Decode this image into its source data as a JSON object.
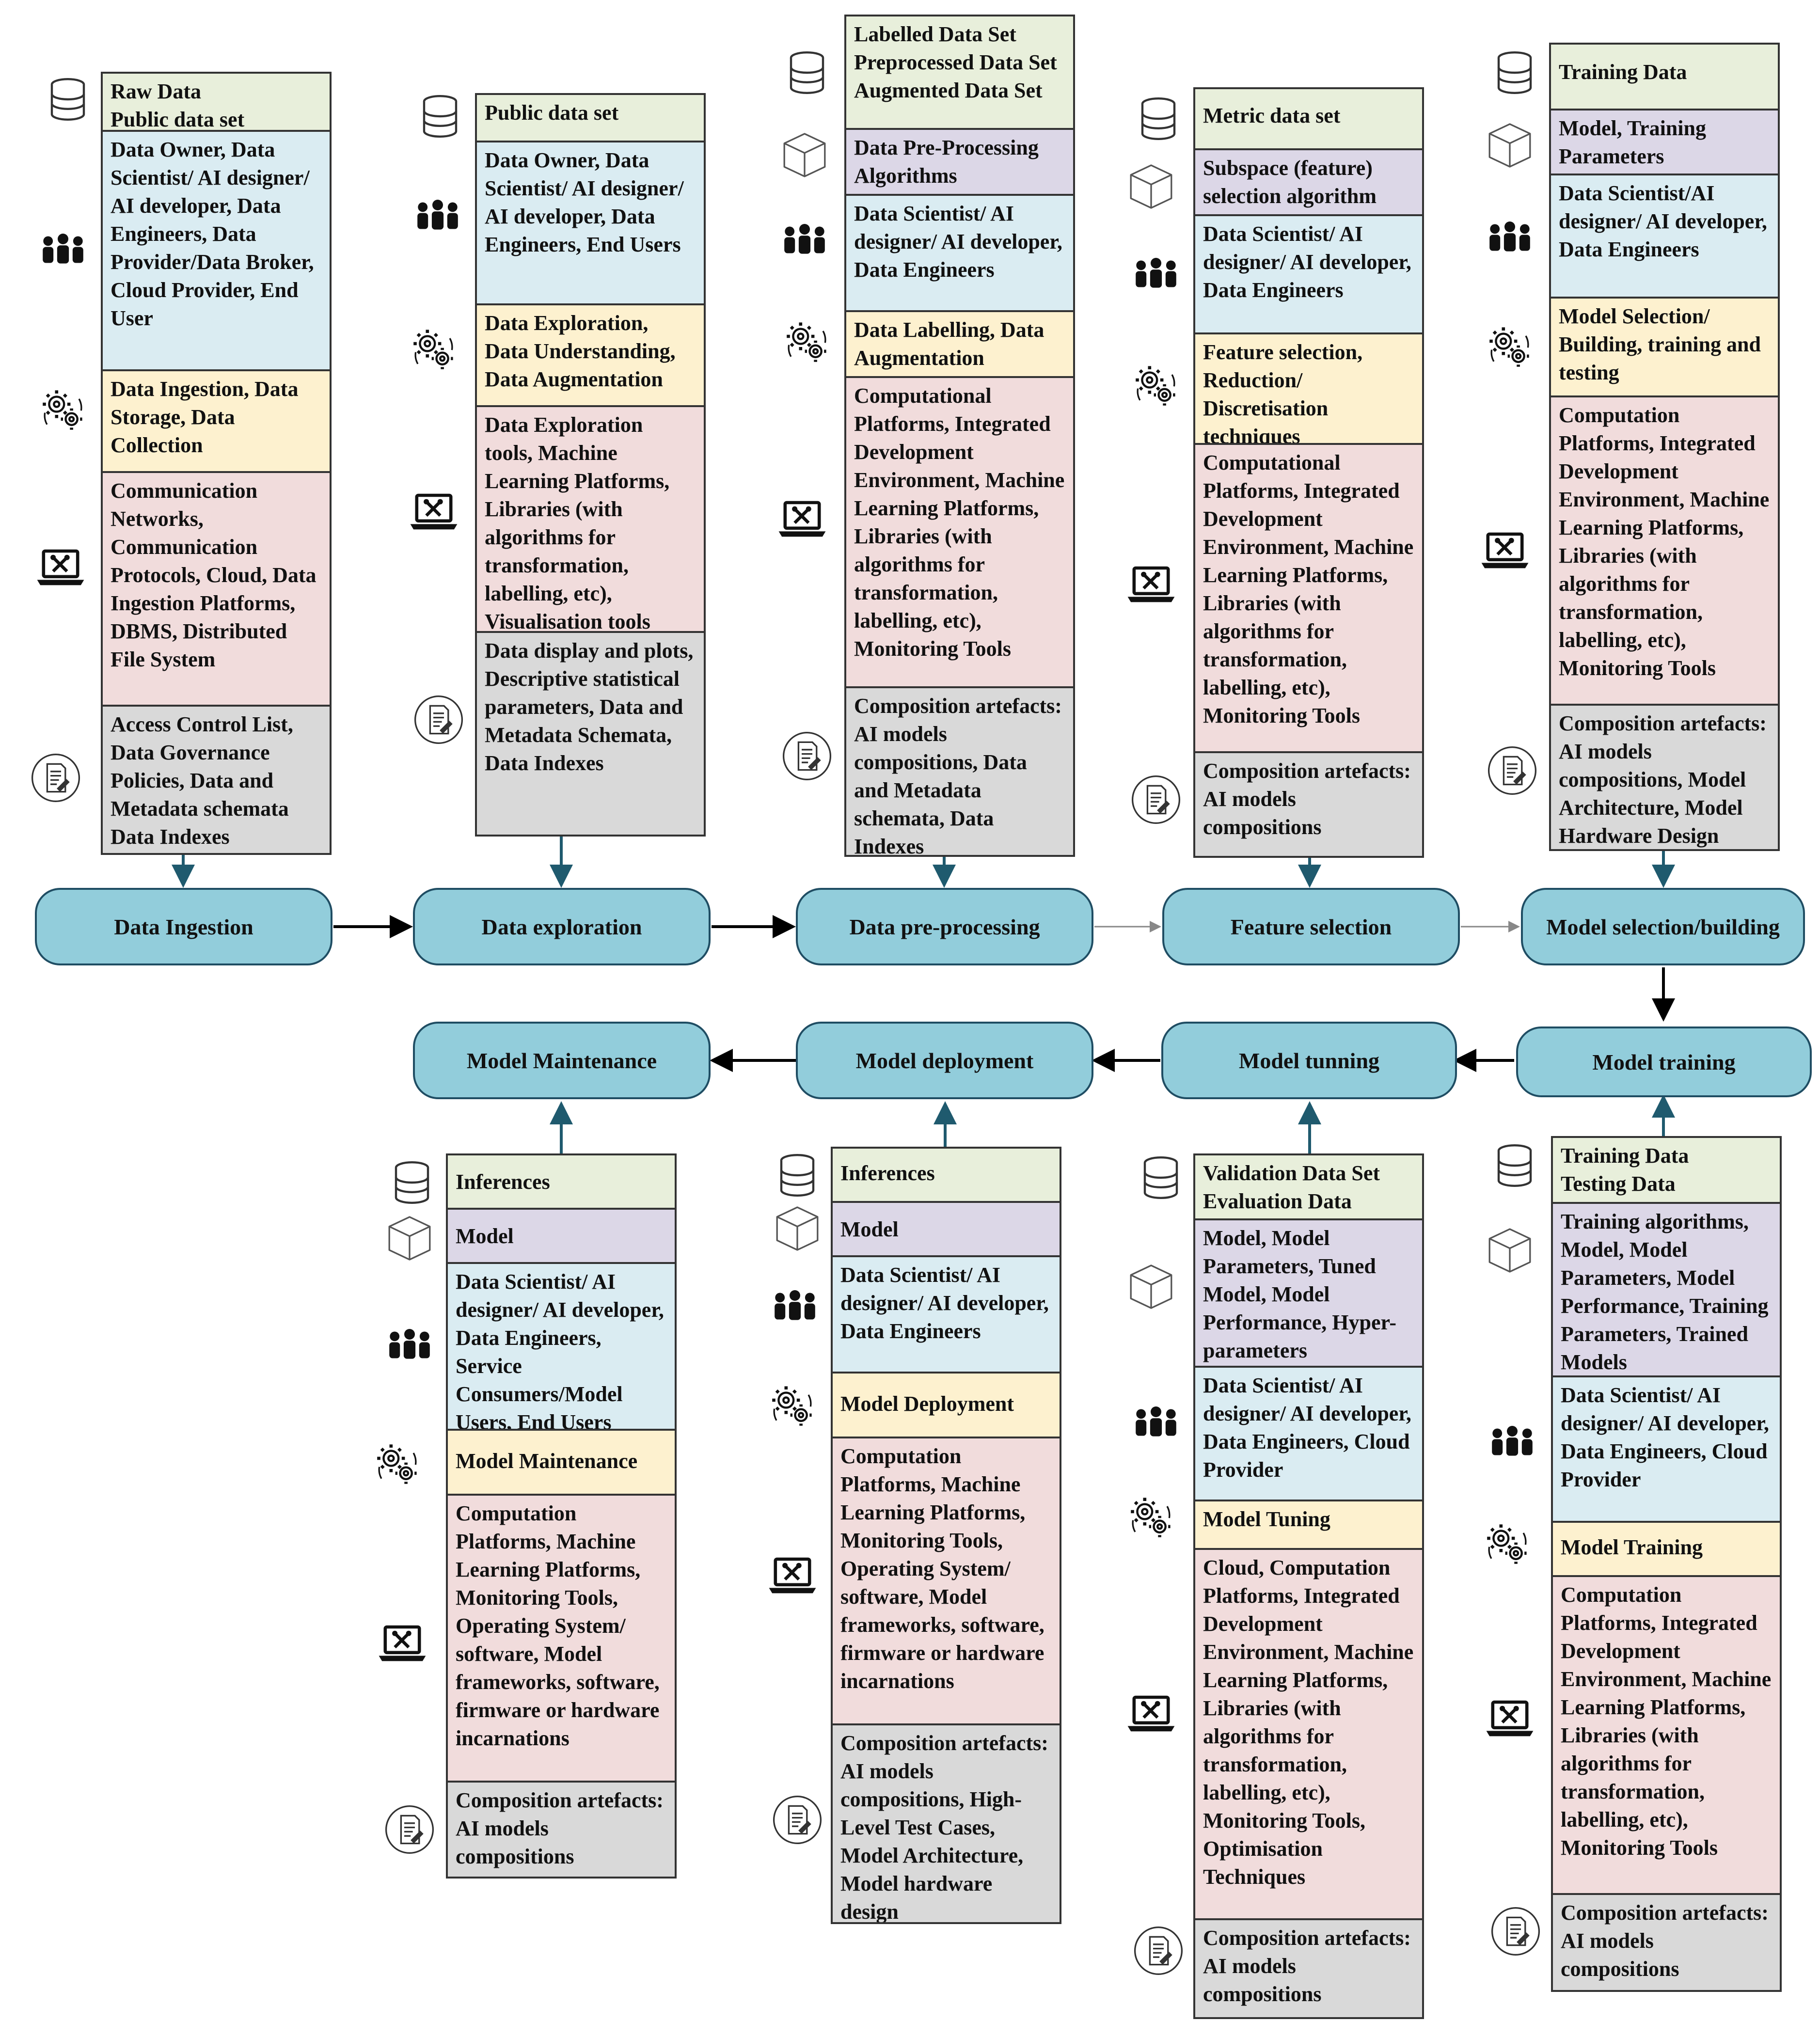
{
  "stages": {
    "data_ingestion": "Data Ingestion",
    "data_exploration": "Data exploration",
    "data_preprocessing": "Data pre-processing",
    "feature_selection": "Feature selection",
    "model_selection": "Model selection/building",
    "model_training": "Model training",
    "model_tuning": "Model tunning",
    "model_deployment": "Model deployment",
    "model_maintenance": "Model Maintenance"
  },
  "panels": {
    "ingestion": {
      "data": "Raw Data\nPublic data set",
      "actors": "Data Owner, Data Scientist/ AI designer/ AI developer, Data Engineers, Data Provider/Data Broker, Cloud Provider, End User",
      "tasks": "Data Ingestion, Data Storage, Data Collection",
      "tools": "Communication Networks, Communication Protocols, Cloud, Data Ingestion Platforms, DBMS, Distributed File System",
      "artefacts": "Access Control List, Data Governance Policies, Data and Metadata schemata Data Indexes"
    },
    "exploration": {
      "data": "Public data set",
      "actors": "Data Owner, Data Scientist/ AI designer/ AI developer, Data Engineers, End Users",
      "tasks": "Data Exploration, Data Understanding, Data Augmentation",
      "tools": "Data Exploration tools, Machine Learning Platforms, Libraries (with algorithms for transformation, labelling, etc), Visualisation tools",
      "artefacts": "Data display and plots, Descriptive statistical parameters, Data and Metadata Schemata, Data Indexes"
    },
    "preprocessing": {
      "data": "Labelled Data Set Preprocessed Data Set Augmented Data Set",
      "model": "Data Pre-Processing Algorithms",
      "actors": "Data Scientist/ AI designer/ AI developer, Data Engineers",
      "tasks": "Data Labelling, Data Augmentation",
      "tools": "Computational Platforms, Integrated Development Environment, Machine Learning Platforms, Libraries (with algorithms for transformation, labelling, etc), Monitoring Tools",
      "artefacts": "Composition artefacts: AI models compositions, Data and Metadata schemata, Data Indexes"
    },
    "feature": {
      "data": "Metric data set",
      "model": "Subspace (feature) selection algorithm",
      "actors": "Data Scientist/ AI designer/ AI developer, Data Engineers",
      "tasks": "Feature selection, Reduction/ Discretisation techniques",
      "tools": "Computational Platforms, Integrated Development Environment, Machine Learning Platforms, Libraries (with algorithms for transformation, labelling, etc), Monitoring Tools",
      "artefacts": "Composition artefacts: AI models compositions"
    },
    "selection": {
      "data": "Training Data",
      "model": "Model, Training Parameters",
      "actors": "Data Scientist/AI designer/ AI developer, Data Engineers",
      "tasks": "Model Selection/ Building, training and testing",
      "tools": "Computation Platforms, Integrated Development Environment, Machine Learning Platforms, Libraries (with algorithms for transformation, labelling, etc), Monitoring Tools",
      "artefacts": "Composition artefacts: AI models compositions, Model Architecture, Model Hardware Design"
    },
    "maintenance": {
      "data": "Inferences",
      "model": "Model",
      "actors": "Data Scientist/ AI designer/ AI developer, Data Engineers, Service Consumers/Model Users, End Users",
      "tasks": "Model Maintenance",
      "tools": "Computation Platforms, Machine Learning Platforms, Monitoring Tools, Operating System/ software, Model frameworks, software, firmware or hardware incarnations",
      "artefacts": "Composition artefacts: AI models compositions"
    },
    "deployment": {
      "data": "Inferences",
      "model": "Model",
      "actors": "Data Scientist/ AI designer/ AI developer, Data Engineers",
      "tasks": "Model Deployment",
      "tools": "Computation Platforms, Machine Learning Platforms, Monitoring Tools, Operating System/ software, Model frameworks, software, firmware or hardware incarnations",
      "artefacts": "Composition artefacts: AI models compositions, High-Level Test Cases, Model Architecture, Model hardware design"
    },
    "tuning": {
      "data": "Validation Data Set Evaluation Data",
      "model": "Model, Model Parameters, Tuned Model, Model Performance, Hyper-parameters",
      "actors": "Data Scientist/ AI designer/ AI developer, Data Engineers, Cloud Provider",
      "tasks": "Model Tuning",
      "tools": "Cloud, Computation Platforms, Integrated Development Environment, Machine Learning Platforms, Libraries (with algorithms for transformation, labelling, etc), Monitoring Tools, Optimisation Techniques",
      "artefacts": "Composition artefacts: AI models compositions"
    },
    "training": {
      "data": "Training Data\n Testing Data",
      "model": "Training algorithms, Model, Model Parameters, Model Performance, Training Parameters, Trained Models",
      "actors": "Data Scientist/ AI designer/ AI developer, Data Engineers, Cloud Provider",
      "tasks": "Model Training",
      "tools": "Computation Platforms, Integrated Development Environment, Machine Learning Platforms, Libraries (with algorithms for transformation, labelling, etc), Monitoring Tools",
      "artefacts": "Composition artefacts: AI models compositions"
    }
  },
  "icons": [
    "database-icon",
    "cube-icon",
    "people-icon",
    "gears-icon",
    "laptop-tools-icon",
    "document-icon"
  ],
  "colors": {
    "stage_fill": "#92cddb",
    "stage_border": "#1f4d63",
    "data_row": "#e8efdb",
    "model_row": "#dcd7e7",
    "actor_row": "#daecf2",
    "task_row": "#fdf1cf",
    "tool_row": "#f1dcdc",
    "artefact_row": "#d9d9d9"
  }
}
